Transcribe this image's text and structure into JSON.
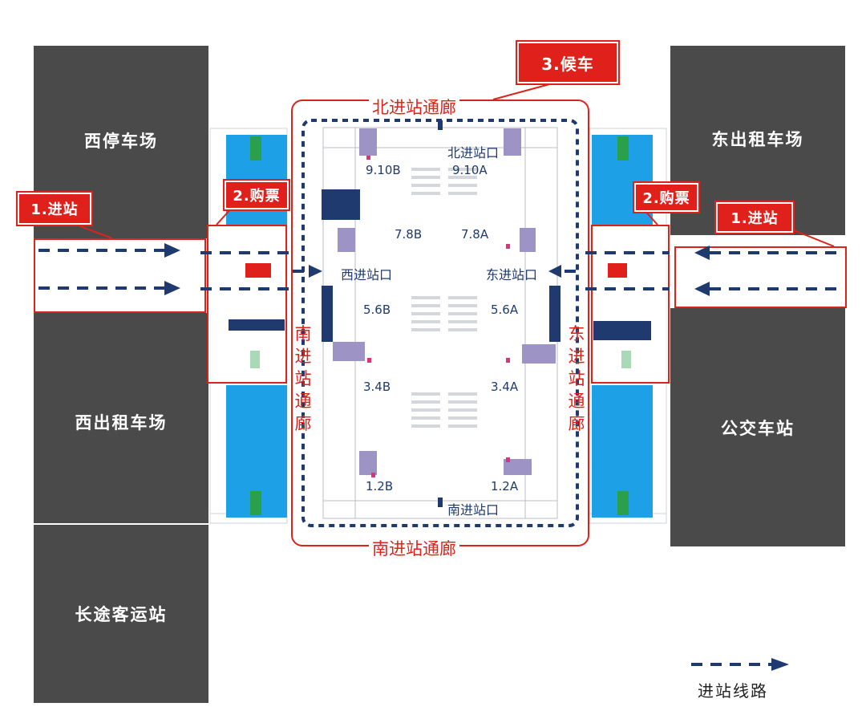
{
  "areas": {
    "west_parking": "西停车场",
    "west_taxi": "西出租车场",
    "long_distance": "长途客运站",
    "east_taxi": "东出租车场",
    "bus_station": "公交车站"
  },
  "steps": {
    "enter_left": "1.进站",
    "enter_right": "1.进站",
    "ticket_left": "2.购票",
    "ticket_right": "2.购票",
    "wait": "3.候车"
  },
  "corridors": {
    "north": "北进站通廊",
    "south": "南进站通廊",
    "west": "南进站通廊",
    "east": "东进站通廊"
  },
  "gates": {
    "north": "北进站口",
    "south": "南进站口",
    "west": "西进站口",
    "east": "东进站口"
  },
  "waiting_rooms": {
    "r1": "9.10B",
    "r2": "9.10A",
    "r3": "7.8B",
    "r4": "7.8A",
    "r5": "5.6B",
    "r6": "5.6A",
    "r7": "3.4B",
    "r8": "3.4A",
    "r9": "1.2B",
    "r10": "1.2A"
  },
  "legend": {
    "label": "进站线路"
  },
  "colors": {
    "block": "#4a4a4a",
    "red": "#e0211b",
    "route": "#1e3a6e",
    "water": "#1ea0e6",
    "office": "#9d93c4"
  }
}
